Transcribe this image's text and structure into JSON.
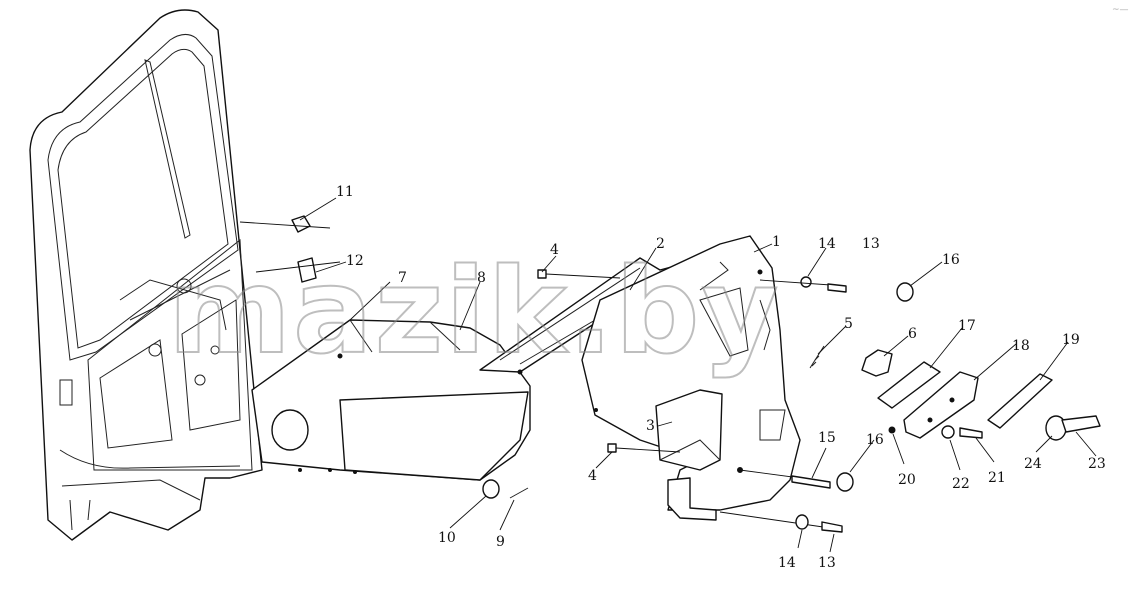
{
  "watermark": "mazik.by",
  "corner_mark": "~—",
  "callouts": {
    "c1": "1",
    "c2": "2",
    "c3": "3",
    "c4a": "4",
    "c4b": "4",
    "c5": "5",
    "c6": "6",
    "c7": "7",
    "c8": "8",
    "c9": "9",
    "c10": "10",
    "c11": "11",
    "c12": "12",
    "c13a": "13",
    "c13b": "13",
    "c14a": "14",
    "c14b": "14",
    "c15": "15",
    "c16a": "16",
    "c16b": "16",
    "c17": "17",
    "c18": "18",
    "c19": "19",
    "c20": "20",
    "c21": "21",
    "c22": "22",
    "c23": "23",
    "c24": "24"
  }
}
